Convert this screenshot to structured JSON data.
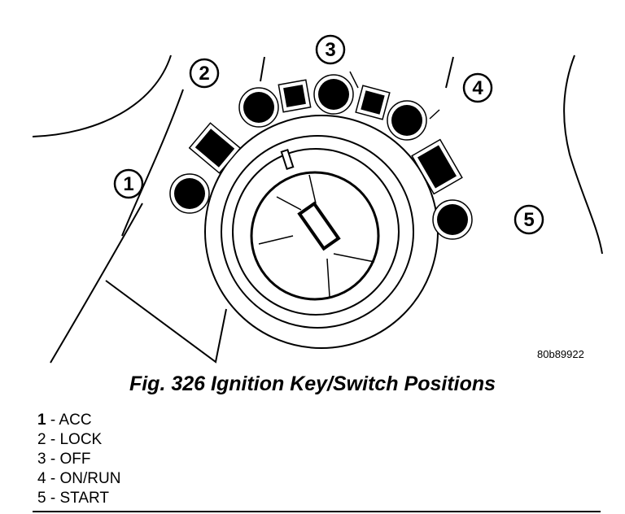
{
  "figure": {
    "code": "80b89922",
    "caption": "Fig. 326 Ignition Key/Switch Positions"
  },
  "callouts": [
    "1",
    "2",
    "3",
    "4",
    "5"
  ],
  "legend": [
    {
      "number": "1",
      "sep": " - ",
      "label": "ACC"
    },
    {
      "number": "2",
      "sep": " - ",
      "label": "LOCK"
    },
    {
      "number": "3",
      "sep": " - ",
      "label": "OFF"
    },
    {
      "number": "4",
      "sep": " - ",
      "label": "ON/RUN"
    },
    {
      "number": "5",
      "sep": " - ",
      "label": "START"
    }
  ]
}
